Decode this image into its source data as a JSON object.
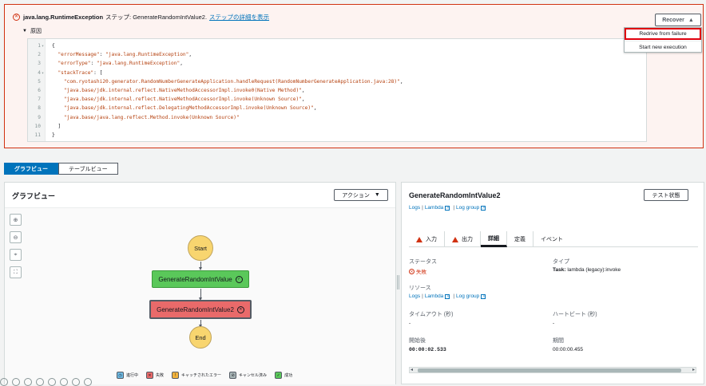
{
  "error": {
    "exception": "java.lang.RuntimeException",
    "step_text": "ステップ: GenerateRandomIntValue2.",
    "details_link": "ステップの詳細を表示",
    "cause_label": "原因",
    "code_lines": [
      {
        "n": "1",
        "text": "{"
      },
      {
        "n": "2",
        "text": "  \"errorMessage\": \"java.lang.RuntimeException\","
      },
      {
        "n": "3",
        "text": "  \"errorType\": \"java.lang.RuntimeException\","
      },
      {
        "n": "4",
        "text": "  \"stackTrace\": ["
      },
      {
        "n": "5",
        "text": "    \"com.ryotashi20.generator.RandomNumberGenerateApplication.handleRequest(RandomNumberGenerateApplication.java:28)\","
      },
      {
        "n": "6",
        "text": "    \"java.base/jdk.internal.reflect.NativeMethodAccessorImpl.invoke0(Native Method)\","
      },
      {
        "n": "7",
        "text": "    \"java.base/jdk.internal.reflect.NativeMethodAccessorImpl.invoke(Unknown Source)\","
      },
      {
        "n": "8",
        "text": "    \"java.base/jdk.internal.reflect.DelegatingMethodAccessorImpl.invoke(Unknown Source)\","
      },
      {
        "n": "9",
        "text": "    \"java.base/java.lang.reflect.Method.invoke(Unknown Source)\""
      },
      {
        "n": "10",
        "text": "  ]"
      },
      {
        "n": "11",
        "text": "}"
      }
    ]
  },
  "recover": {
    "label": "Recover",
    "menu": [
      "Redrive from failure",
      "Start new execution"
    ]
  },
  "view_tabs": [
    "グラフビュー",
    "テーブルビュー"
  ],
  "graph": {
    "title": "グラフビュー",
    "action_label": "アクション",
    "nodes": {
      "start": "Start",
      "step1": "GenerateRandomIntValue",
      "step2": "GenerateRandomIntValue2",
      "end": "End"
    },
    "legend": [
      "進行中",
      "失敗",
      "キャッチされたエラー",
      "キャンセル済み",
      "成功"
    ]
  },
  "details": {
    "title": "GenerateRandomIntValue2",
    "test_label": "テスト状態",
    "links": {
      "logs": "Logs",
      "lambda": "Lambda",
      "log_group": "Log group",
      "sep": "|"
    },
    "tabs": [
      "入力",
      "出力",
      "詳細",
      "定義",
      "イベント"
    ],
    "status_label": "ステータス",
    "status_value": "失敗",
    "type_label": "タイプ",
    "type_prefix": "Task:",
    "type_value": "lambda (legacy):invoke",
    "resource_label": "リソース",
    "timeout_label": "タイムアウト (秒)",
    "timeout_value": "-",
    "heartbeat_label": "ハートビート (秒)",
    "heartbeat_value": "-",
    "start_label": "開始後",
    "start_value": "00:00:02.533",
    "duration_label": "期間",
    "duration_value": "00:00:00.455"
  },
  "colors": {
    "accent": "#0073bb",
    "error": "#d13212",
    "success": "#5ac85a",
    "fail_node": "#e96a6a",
    "start_end": "#f8d56f",
    "highlight": "#e0000d"
  }
}
